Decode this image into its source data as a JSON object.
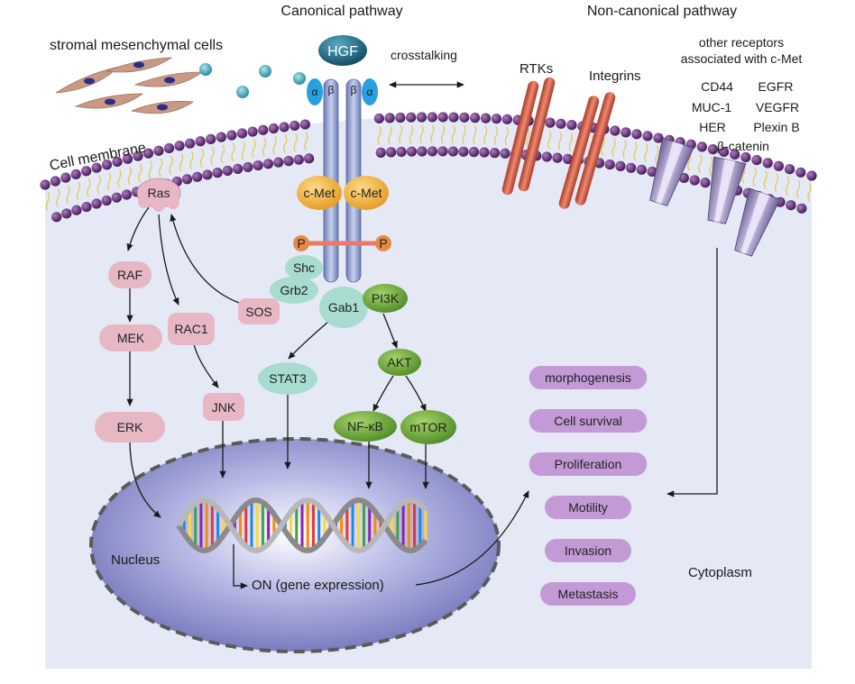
{
  "titles": {
    "canonical": "Canonical pathway",
    "non_canonical": "Non-canonical pathway"
  },
  "labels": {
    "stromal": "stromal mesenchymal cells",
    "crosstalking": "crosstalking",
    "cell_membrane": "Cell membrane",
    "nucleus": "Nucleus",
    "cytoplasm": "Cytoplasm",
    "gene_expression": "ON (gene expression)",
    "rtks": "RTKs",
    "integrins": "Integrins",
    "other_receptors_line1": "other receptors",
    "other_receptors_line2": "associated with c-Met"
  },
  "receptor": {
    "ligand": "HGF",
    "alpha": "α",
    "beta": "β",
    "cmet": "c-Met",
    "phospho": "P"
  },
  "associated_receptors": [
    "CD44",
    "EGFR",
    "MUC-1",
    "VEGFR",
    "HER",
    "Plexin B",
    "β-catenin"
  ],
  "nodes": {
    "ras": "Ras",
    "raf": "RAF",
    "mek": "MEK",
    "erk": "ERK",
    "rac1": "RAC1",
    "jnk": "JNK",
    "sos": "SOS",
    "shc": "Shc",
    "grb2": "Grb2",
    "gab1": "Gab1",
    "pi3k": "PI3K",
    "stat3": "STAT3",
    "akt": "AKT",
    "nfkb": "NF-κB",
    "mtor": "mTOR"
  },
  "outcomes": [
    "morphogenesis",
    "Cell survival",
    "Proliferation",
    "Motility",
    "Invasion",
    "Metastasis"
  ],
  "colors": {
    "background": "#e4e9f5",
    "membrane_head": "#5b2a6e",
    "membrane_tail": "#e2c84a",
    "nucleus": "#8c8fcf",
    "pink_node": "#e7b8c4",
    "teal_node": "#a8dcd0",
    "green_node": "#7cb342",
    "outcome": "#c39ad6",
    "cmet_yellow": "#f4b942",
    "receptor_blue": "#9aaad6",
    "rtk_red": "#d9604a",
    "hgf_teal": "#1f6e8c"
  }
}
